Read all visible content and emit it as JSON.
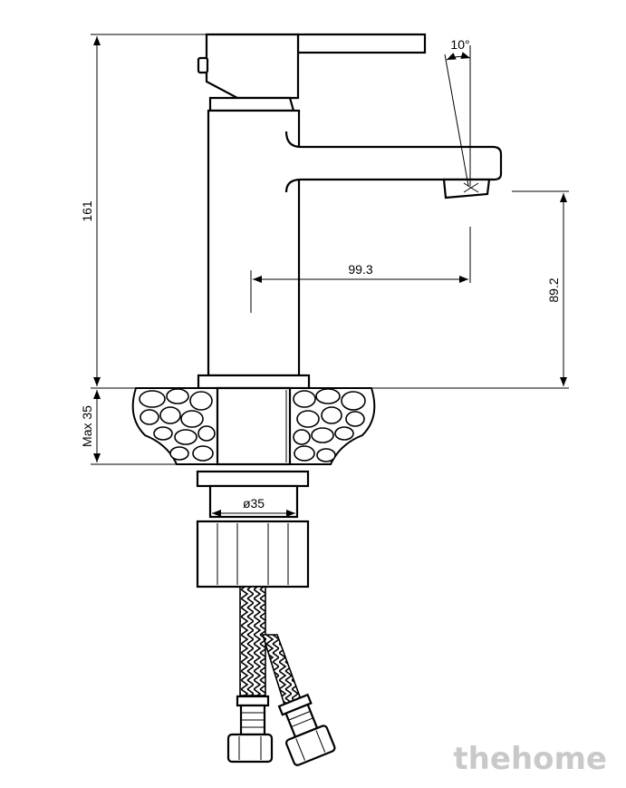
{
  "dimensions": {
    "total_height": "161",
    "spout_reach": "99.3",
    "spout_height": "89.2",
    "spout_angle": "10°",
    "max_thickness": "Max  35",
    "shank_diameter": "ø35"
  },
  "watermark": "thehome"
}
